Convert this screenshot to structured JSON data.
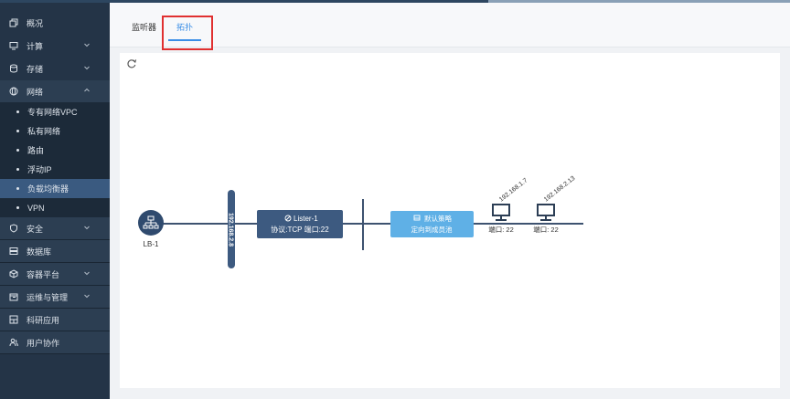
{
  "sidebar": {
    "items": [
      {
        "label": "概况",
        "icon": "copy-icon"
      },
      {
        "label": "计算",
        "icon": "monitor-icon"
      },
      {
        "label": "存储",
        "icon": "database-icon"
      },
      {
        "label": "网络",
        "icon": "globe-icon"
      },
      {
        "label": "安全",
        "icon": "shield-icon"
      },
      {
        "label": "数据库",
        "icon": "server-icon"
      },
      {
        "label": "容器平台",
        "icon": "cube-icon"
      },
      {
        "label": "运维与管理",
        "icon": "calendar-icon"
      },
      {
        "label": "科研应用",
        "icon": "app-icon"
      },
      {
        "label": "用户协作",
        "icon": "users-icon"
      }
    ],
    "network_sub": [
      {
        "label": "专有网络VPC"
      },
      {
        "label": "私有网络"
      },
      {
        "label": "路由"
      },
      {
        "label": "浮动IP"
      },
      {
        "label": "负载均衡器"
      },
      {
        "label": "VPN"
      }
    ]
  },
  "tabs": [
    {
      "label": "监听器"
    },
    {
      "label": "拓扑"
    }
  ],
  "topology": {
    "lb_label": "LB-1",
    "vip": "192.168.2.8",
    "listener_name": "Lister-1",
    "listener_detail": "协议:TCP 端口:22",
    "policy_name": "默认策略",
    "policy_detail": "定向到成员池",
    "members": [
      {
        "ip": "192.168.1.7",
        "port": "端口: 22"
      },
      {
        "ip": "192.168.2.13",
        "port": "端口: 22"
      }
    ]
  },
  "colors": {
    "sidebar_bg": "#243447",
    "active_item": "#3a5a80",
    "accent": "#3a8ee6",
    "node_dark": "#3d5a80",
    "policy_light": "#5fb0e6",
    "highlight": "#e03030"
  }
}
